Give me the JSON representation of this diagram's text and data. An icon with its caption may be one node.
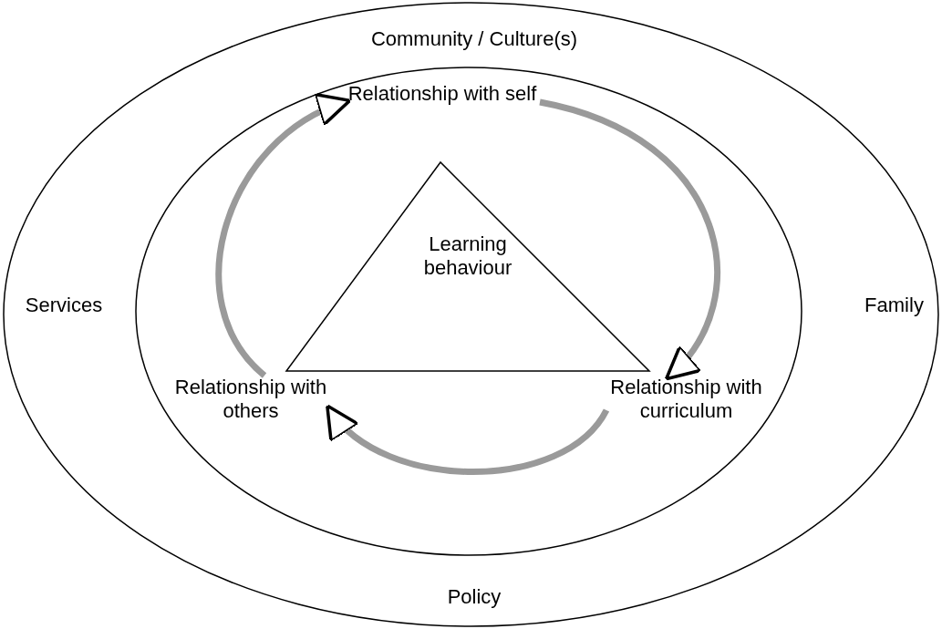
{
  "diagram": {
    "nodes": [
      {
        "text": [
          "Community / Culture(s)",
          "Services",
          "Family",
          "Policy"
        ]
      },
      {
        "text": [],
        "shape": "ellipse",
        "in": 0
      },
      {
        "text": [
          "Learning behaviour"
        ],
        "in": 1
      },
      {
        "text": [
          "Relationship with self"
        ],
        "in": 1
      },
      {
        "text": [
          "Relationship with others"
        ],
        "in": 1
      },
      {
        "text": [
          "Relationship with curriculum"
        ],
        "in": 1
      }
    ],
    "edges": [
      {
        "from": 4,
        "to": 3,
        "arrow": "to"
      },
      {
        "from": 3,
        "to": 5,
        "arrow": "to"
      },
      {
        "from": 5,
        "to": 4,
        "arrow": "to"
      }
    ]
  }
}
